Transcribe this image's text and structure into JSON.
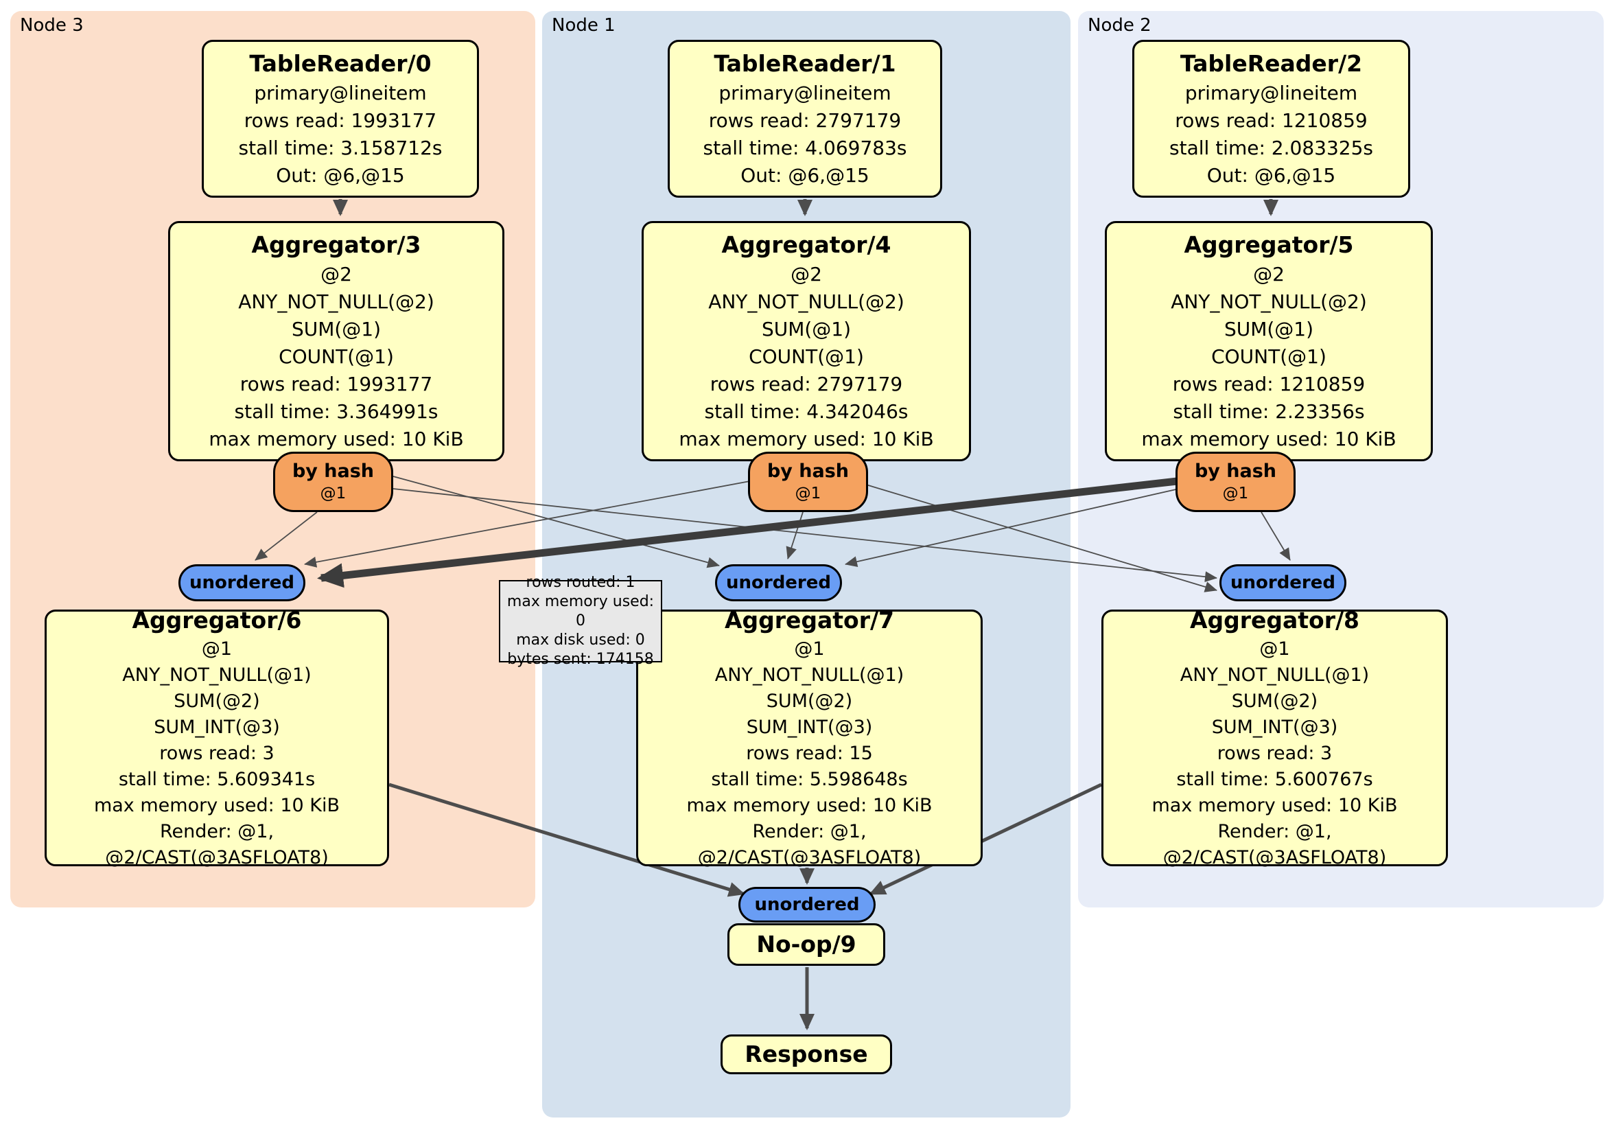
{
  "groups": [
    {
      "id": "node3",
      "label": "Node 3",
      "bg": "#fcdfcb"
    },
    {
      "id": "node1",
      "label": "Node 1",
      "bg": "#d4e1ee"
    },
    {
      "id": "node2",
      "label": "Node 2",
      "bg": "#e8edf8"
    }
  ],
  "processors": {
    "tablereader0": {
      "title": "TableReader/0",
      "lines": [
        "primary@lineitem",
        "rows read: 1993177",
        "stall time: 3.158712s",
        "Out: @6,@15"
      ]
    },
    "tablereader1": {
      "title": "TableReader/1",
      "lines": [
        "primary@lineitem",
        "rows read: 2797179",
        "stall time: 4.069783s",
        "Out: @6,@15"
      ]
    },
    "tablereader2": {
      "title": "TableReader/2",
      "lines": [
        "primary@lineitem",
        "rows read: 1210859",
        "stall time: 2.083325s",
        "Out: @6,@15"
      ]
    },
    "aggregator3": {
      "title": "Aggregator/3",
      "lines": [
        "@2",
        "ANY_NOT_NULL(@2)",
        "SUM(@1)",
        "COUNT(@1)",
        "rows read: 1993177",
        "stall time: 3.364991s",
        "max memory used: 10 KiB"
      ]
    },
    "aggregator4": {
      "title": "Aggregator/4",
      "lines": [
        "@2",
        "ANY_NOT_NULL(@2)",
        "SUM(@1)",
        "COUNT(@1)",
        "rows read: 2797179",
        "stall time: 4.342046s",
        "max memory used: 10 KiB"
      ]
    },
    "aggregator5": {
      "title": "Aggregator/5",
      "lines": [
        "@2",
        "ANY_NOT_NULL(@2)",
        "SUM(@1)",
        "COUNT(@1)",
        "rows read: 1210859",
        "stall time: 2.23356s",
        "max memory used: 10 KiB"
      ]
    },
    "aggregator6": {
      "title": "Aggregator/6",
      "lines": [
        "@1",
        "ANY_NOT_NULL(@1)",
        "SUM(@2)",
        "SUM_INT(@3)",
        "rows read: 3",
        "stall time: 5.609341s",
        "max memory used: 10 KiB",
        "Render: @1, @2/CAST(@3ASFLOAT8)"
      ]
    },
    "aggregator7": {
      "title": "Aggregator/7",
      "lines": [
        "@1",
        "ANY_NOT_NULL(@1)",
        "SUM(@2)",
        "SUM_INT(@3)",
        "rows read: 15",
        "stall time: 5.598648s",
        "max memory used: 10 KiB",
        "Render: @1, @2/CAST(@3ASFLOAT8)"
      ]
    },
    "aggregator8": {
      "title": "Aggregator/8",
      "lines": [
        "@1",
        "ANY_NOT_NULL(@1)",
        "SUM(@2)",
        "SUM_INT(@3)",
        "rows read: 3",
        "stall time: 5.600767s",
        "max memory used: 10 KiB",
        "Render: @1, @2/CAST(@3ASFLOAT8)"
      ]
    },
    "noop9": {
      "title": "No-op/9"
    },
    "response": {
      "title": "Response"
    }
  },
  "router": {
    "label": "by hash",
    "key": "@1"
  },
  "sync": {
    "label": "unordered"
  },
  "tooltip": {
    "lines": [
      "rows routed: 1",
      "max memory used: 0",
      "max disk used: 0",
      "bytes sent: 174158"
    ]
  },
  "colors": {
    "box_bg": "#ffffc4",
    "router_bg": "#f5a25f",
    "sync_bg": "#699df4",
    "node3_bg": "#fcdfcb",
    "node1_bg": "#d4e1ee",
    "node2_bg": "#e8edf8",
    "edge": "#4d4d4d",
    "edge_thick": "#3c3c3c",
    "tooltip_bg": "#e8e8e8"
  }
}
